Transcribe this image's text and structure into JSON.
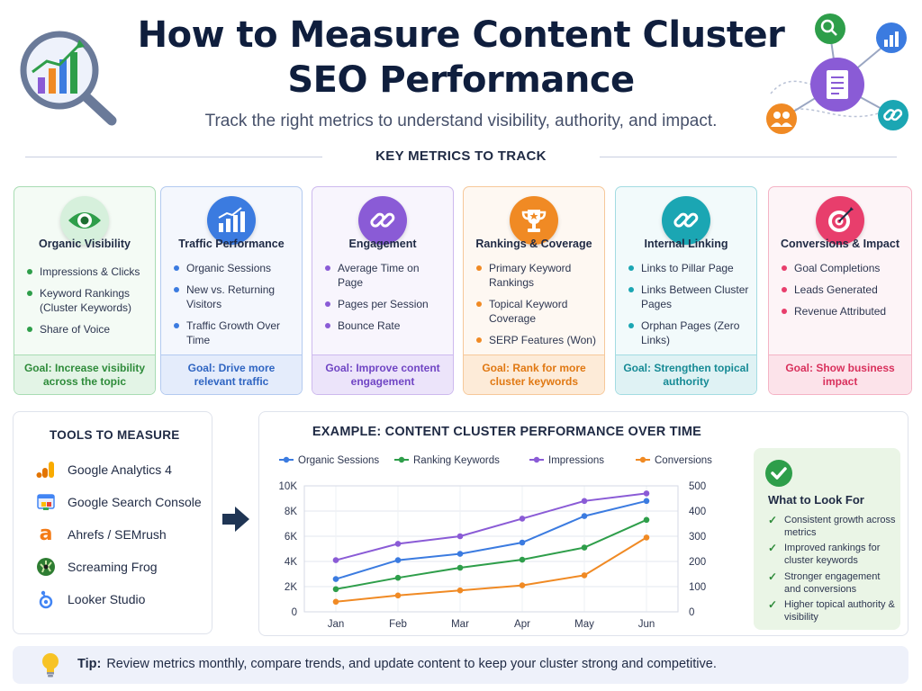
{
  "header": {
    "title_line1": "How to Measure Content Cluster",
    "title_line2": "SEO Performance",
    "subtitle": "Track the right metrics to understand visibility, authority, and impact."
  },
  "metrics_section": {
    "title": "KEY METRICS TO TRACK",
    "cards": [
      {
        "title": "Organic Visibility",
        "icon": "eye-icon",
        "color": "#2e9e4a",
        "items": [
          "Impressions & Clicks",
          "Keyword Rankings (Cluster Keywords)",
          "Share of Voice"
        ],
        "goal": "Goal: Increase visibility across the topic"
      },
      {
        "title": "Traffic Performance",
        "icon": "bar-chart-icon",
        "color": "#3b7be0",
        "items": [
          "Organic Sessions",
          "New vs. Returning Visitors",
          "Traffic Growth Over Time"
        ],
        "goal": "Goal: Drive more relevant traffic"
      },
      {
        "title": "Engagement",
        "icon": "link-icon",
        "color": "#8a5bd6",
        "items": [
          "Average Time on Page",
          "Pages per Session",
          "Bounce Rate"
        ],
        "goal": "Goal: Improve content engagement"
      },
      {
        "title": "Rankings & Coverage",
        "icon": "trophy-icon",
        "color": "#f08a24",
        "items": [
          "Primary Keyword Rankings",
          "Topical Keyword Coverage",
          "SERP Features (Won)"
        ],
        "goal": "Goal: Rank for more cluster keywords"
      },
      {
        "title": "Internal Linking",
        "icon": "chain-link-icon",
        "color": "#1ba6b3",
        "items": [
          "Links to Pillar Page",
          "Links Between Cluster Pages",
          "Orphan Pages (Zero Links)"
        ],
        "goal": "Goal: Strengthen topical authority"
      },
      {
        "title": "Conversions & Impact",
        "icon": "target-icon",
        "color": "#e83e6c",
        "items": [
          "Goal Completions",
          "Leads Generated",
          "Revenue Attributed"
        ],
        "goal": "Goal: Show business impact"
      }
    ]
  },
  "tools": {
    "title": "TOOLS TO MEASURE",
    "items": [
      {
        "label": "Google Analytics 4",
        "icon": "analytics-icon"
      },
      {
        "label": "Google Search Console",
        "icon": "search-console-icon"
      },
      {
        "label": "Ahrefs / SEMrush",
        "icon": "ahrefs-icon"
      },
      {
        "label": "Screaming Frog",
        "icon": "frog-icon"
      },
      {
        "label": "Looker Studio",
        "icon": "looker-icon"
      }
    ]
  },
  "chart_data": {
    "type": "line",
    "title": "EXAMPLE: CONTENT CLUSTER PERFORMANCE OVER TIME",
    "categories": [
      "Jan",
      "Feb",
      "Mar",
      "Apr",
      "May",
      "Jun"
    ],
    "y_left": {
      "ticks": [
        "0",
        "2K",
        "4K",
        "6K",
        "8K",
        "10K"
      ],
      "range": [
        0,
        10000
      ]
    },
    "y_right": {
      "ticks": [
        "0",
        "100",
        "200",
        "300",
        "400",
        "500"
      ],
      "range": [
        0,
        500
      ]
    },
    "grid": true,
    "legend_position": "top",
    "series": [
      {
        "name": "Organic Sessions",
        "color": "#3b7be0",
        "axis": "left",
        "values": [
          2600,
          4100,
          4600,
          5500,
          7600,
          8800
        ]
      },
      {
        "name": "Ranking Keywords",
        "color": "#2e9e4a",
        "axis": "right",
        "values": [
          90,
          135,
          175,
          207,
          255,
          365
        ]
      },
      {
        "name": "Impressions",
        "color": "#8a5bd6",
        "axis": "left",
        "values": [
          4100,
          5400,
          6000,
          7400,
          8800,
          9400
        ]
      },
      {
        "name": "Conversions",
        "color": "#f08a24",
        "axis": "right",
        "values": [
          40,
          65,
          85,
          105,
          145,
          295
        ]
      }
    ]
  },
  "look_for": {
    "title": "What to Look For",
    "items": [
      "Consistent growth across metrics",
      "Improved rankings for cluster keywords",
      "Stronger engagement and conversions",
      "Higher topical authority & visibility"
    ]
  },
  "tip": {
    "label": "Tip:",
    "text": "Review metrics monthly, compare trends, and update content to keep your cluster strong and competitive."
  }
}
